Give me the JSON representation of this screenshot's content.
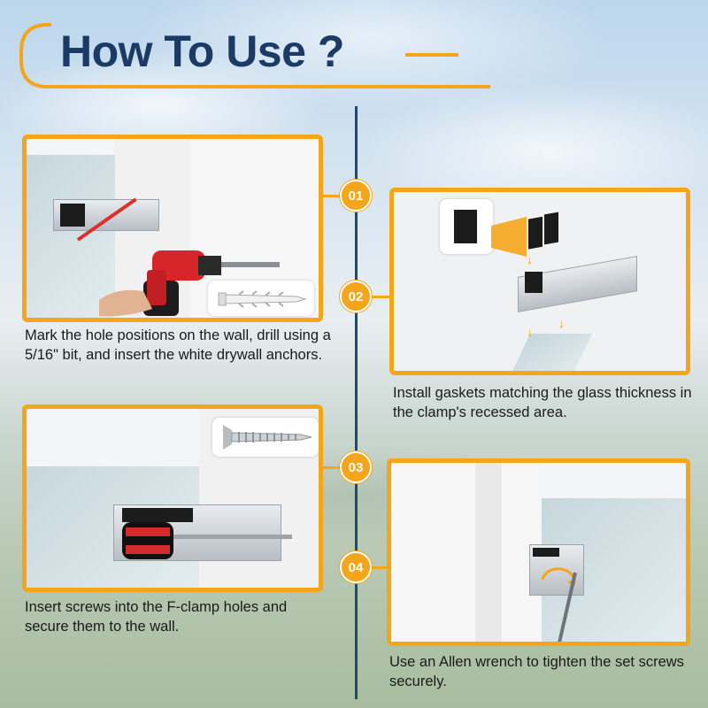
{
  "title": "How To Use ?",
  "colors": {
    "accent": "#f5a51a",
    "title": "#1c3a66",
    "timeline": "#27466f"
  },
  "steps": [
    {
      "number": "01",
      "caption": "Mark the hole positions on the wall, drill using a 5/16\" bit, and insert the white drywall anchors."
    },
    {
      "number": "02",
      "caption": "Install gaskets matching the glass thickness in the clamp's recessed area."
    },
    {
      "number": "03",
      "caption": "Insert screws into the F-clamp holes and secure them to the wall."
    },
    {
      "number": "04",
      "caption": "Use an Allen wrench to tighten the set screws securely."
    }
  ],
  "icons": [
    "drill-icon",
    "drywall-anchor-icon",
    "gasket-icon",
    "screw-icon",
    "screwdriver-icon",
    "allen-wrench-icon",
    "rotation-arrow-icon"
  ]
}
